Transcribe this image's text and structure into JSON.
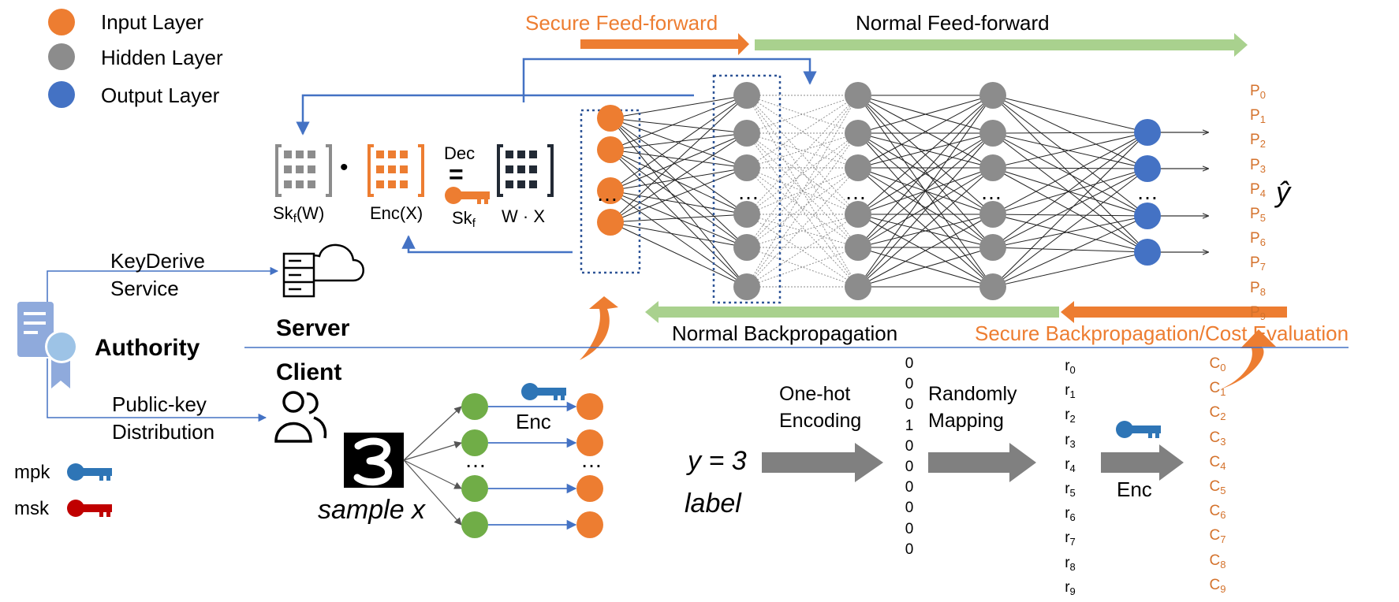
{
  "legend": {
    "input_layer": "Input Layer",
    "hidden_layer": "Hidden Layer",
    "output_layer": "Output Layer"
  },
  "colors": {
    "input": "#ED7D31",
    "hidden": "#8C8C8C",
    "output": "#4472C4",
    "client_node": "#70AD47",
    "arrow_blue": "#4472C4",
    "normal_arrow": "#A9D18E",
    "key_blue": "#2E75B6",
    "key_red": "#C00000",
    "big_arrow_gray": "#808080",
    "matrix_dark": "#222A35"
  },
  "flow": {
    "secure_feed_forward": "Secure Feed-forward",
    "normal_feed_forward": "Normal Feed-forward",
    "normal_backprop": "Normal Backpropagation",
    "secure_backprop": "Secure Backpropagation/Cost Evaluation"
  },
  "formula": {
    "dot": "•",
    "dec": "Dec",
    "equals": "=",
    "skw_main": "Sk",
    "skw_sub": "f",
    "skw_tail": "(W)",
    "encx": "Enc(X)",
    "skf_main": "Sk",
    "skf_sub": "f",
    "wx": "W · X"
  },
  "entities": {
    "keyderive_line1": "KeyDerive",
    "keyderive_line2": "Service",
    "server": "Server",
    "authority": "Authority",
    "client": "Client",
    "publickey_line1": "Public-key",
    "publickey_line2": "Distribution",
    "mpk": "mpk",
    "msk": "msk"
  },
  "client_side": {
    "sample_digit": "3",
    "sample_label": "sample x",
    "enc": "Enc",
    "y_eq": "y = 3",
    "label": "label",
    "one_hot_line1": "One-hot",
    "one_hot_line2": "Encoding",
    "random_line1": "Randomly",
    "random_line2": "Mapping",
    "enc2": "Enc",
    "one_hot_values": [
      "0",
      "0",
      "0",
      "1",
      "0",
      "0",
      "0",
      "0",
      "0",
      "0"
    ]
  },
  "outputs": {
    "p_prefix": "P",
    "indices": [
      "0",
      "1",
      "2",
      "3",
      "4",
      "5",
      "6",
      "7",
      "8",
      "9"
    ],
    "r_prefix": "r",
    "c_prefix": "C",
    "y_hat": "ŷ",
    "ellipsis": "…"
  }
}
